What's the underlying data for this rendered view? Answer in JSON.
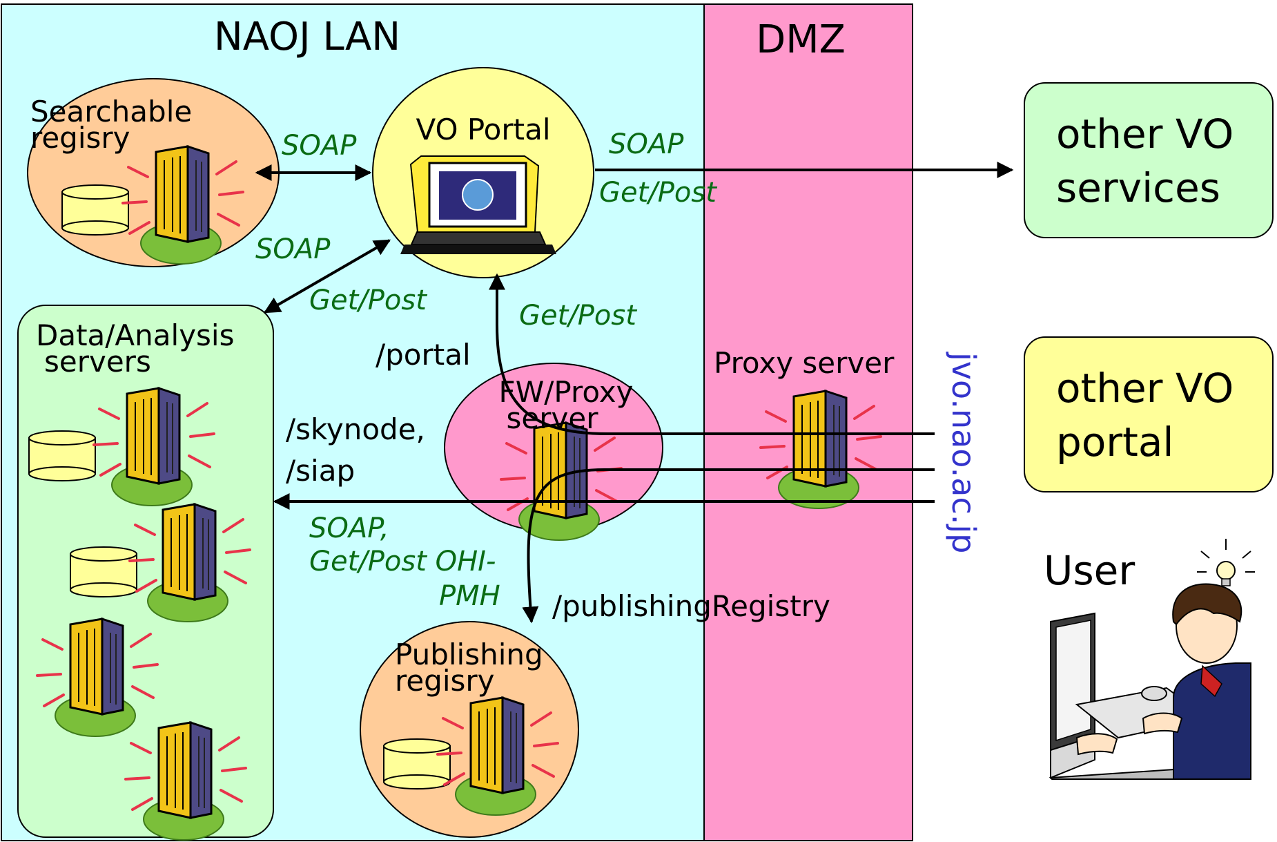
{
  "zones": {
    "lan_title": "NAOJ LAN",
    "dmz_title": "DMZ"
  },
  "nodes": {
    "searchable_registry": {
      "line1": "Searchable",
      "line2": "regisry"
    },
    "vo_portal": "VO Portal",
    "data_analysis": {
      "line1": "Data/Analysis",
      "line2": "servers"
    },
    "fw_proxy": {
      "line1": "FW/Proxy",
      "line2": "server"
    },
    "publishing_registry": {
      "line1": "Publishing",
      "line2": "regisry"
    },
    "proxy_server": "Proxy server",
    "other_vo_services": {
      "line1": "other VO",
      "line2": "services"
    },
    "other_vo_portal": {
      "line1": "other VO",
      "line2": "portal"
    },
    "user": "User"
  },
  "labels": {
    "soap_registry": "SOAP",
    "soap_services": "SOAP",
    "getpost_services": "Get/Post",
    "soap_data": "SOAP",
    "getpost_data": "Get/Post",
    "getpost_portal": "Get/Post",
    "path_portal": "/portal",
    "path_skynode": "/skynode,",
    "path_siap": "/siap",
    "soap_bottom": "SOAP,",
    "getpost_ohi": "Get/Post OHI-",
    "pmh": "PMH",
    "path_publishing": "/publishingRegistry",
    "domain": "jvo.nao.ac.jp"
  },
  "colors": {
    "lan_bg": "#ccffff",
    "dmz_bg": "#ff99cc",
    "registry_fill": "#ffcc99",
    "portal_fill": "#ffff99",
    "data_fill": "#ccffcc",
    "fw_fill": "#ff99cc",
    "services_fill": "#ccffcc",
    "vo_portal_fill": "#ffff99",
    "protocol_text": "#0a6b14",
    "domain_text": "#3333cc"
  }
}
